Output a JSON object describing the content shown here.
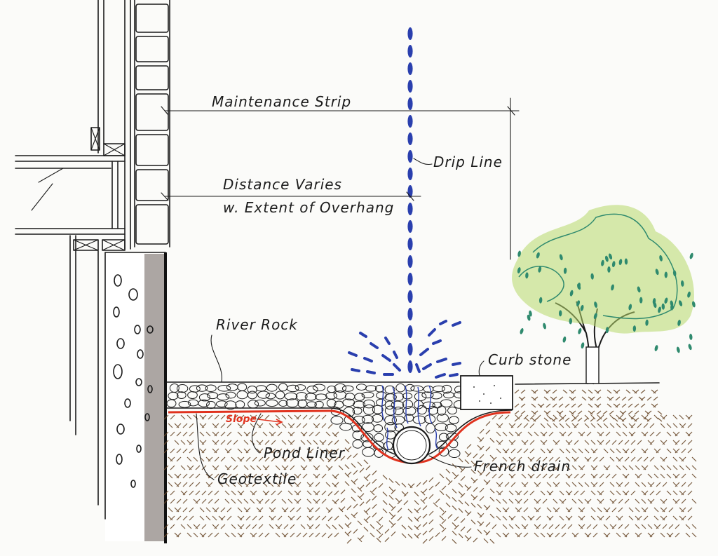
{
  "diagram": {
    "labels": {
      "maintenance_strip": "Maintenance Strip",
      "drip_line": "Drip Line",
      "distance_varies": "Distance Varies",
      "extent_of_overhang": "w. Extent of Overhang",
      "river_rock": "River Rock",
      "curb_stone": "Curb stone",
      "slope": "Slope",
      "pond_liner": "Pond Liner",
      "geotextile": "Geotextile",
      "french_drain": "French drain"
    },
    "colors": {
      "ink": "#1b1b1b",
      "water": "#2a3fae",
      "liner": "#e0321e",
      "soil": "#6b4a2b",
      "foundation": "#9d9793",
      "tree_light": "#b7d86a",
      "tree_dark": "#2f8a6e"
    },
    "icons": {
      "raindrop": "raindrop-icon",
      "tree": "tree-icon",
      "drain_pipe": "drain-pipe-icon"
    }
  }
}
